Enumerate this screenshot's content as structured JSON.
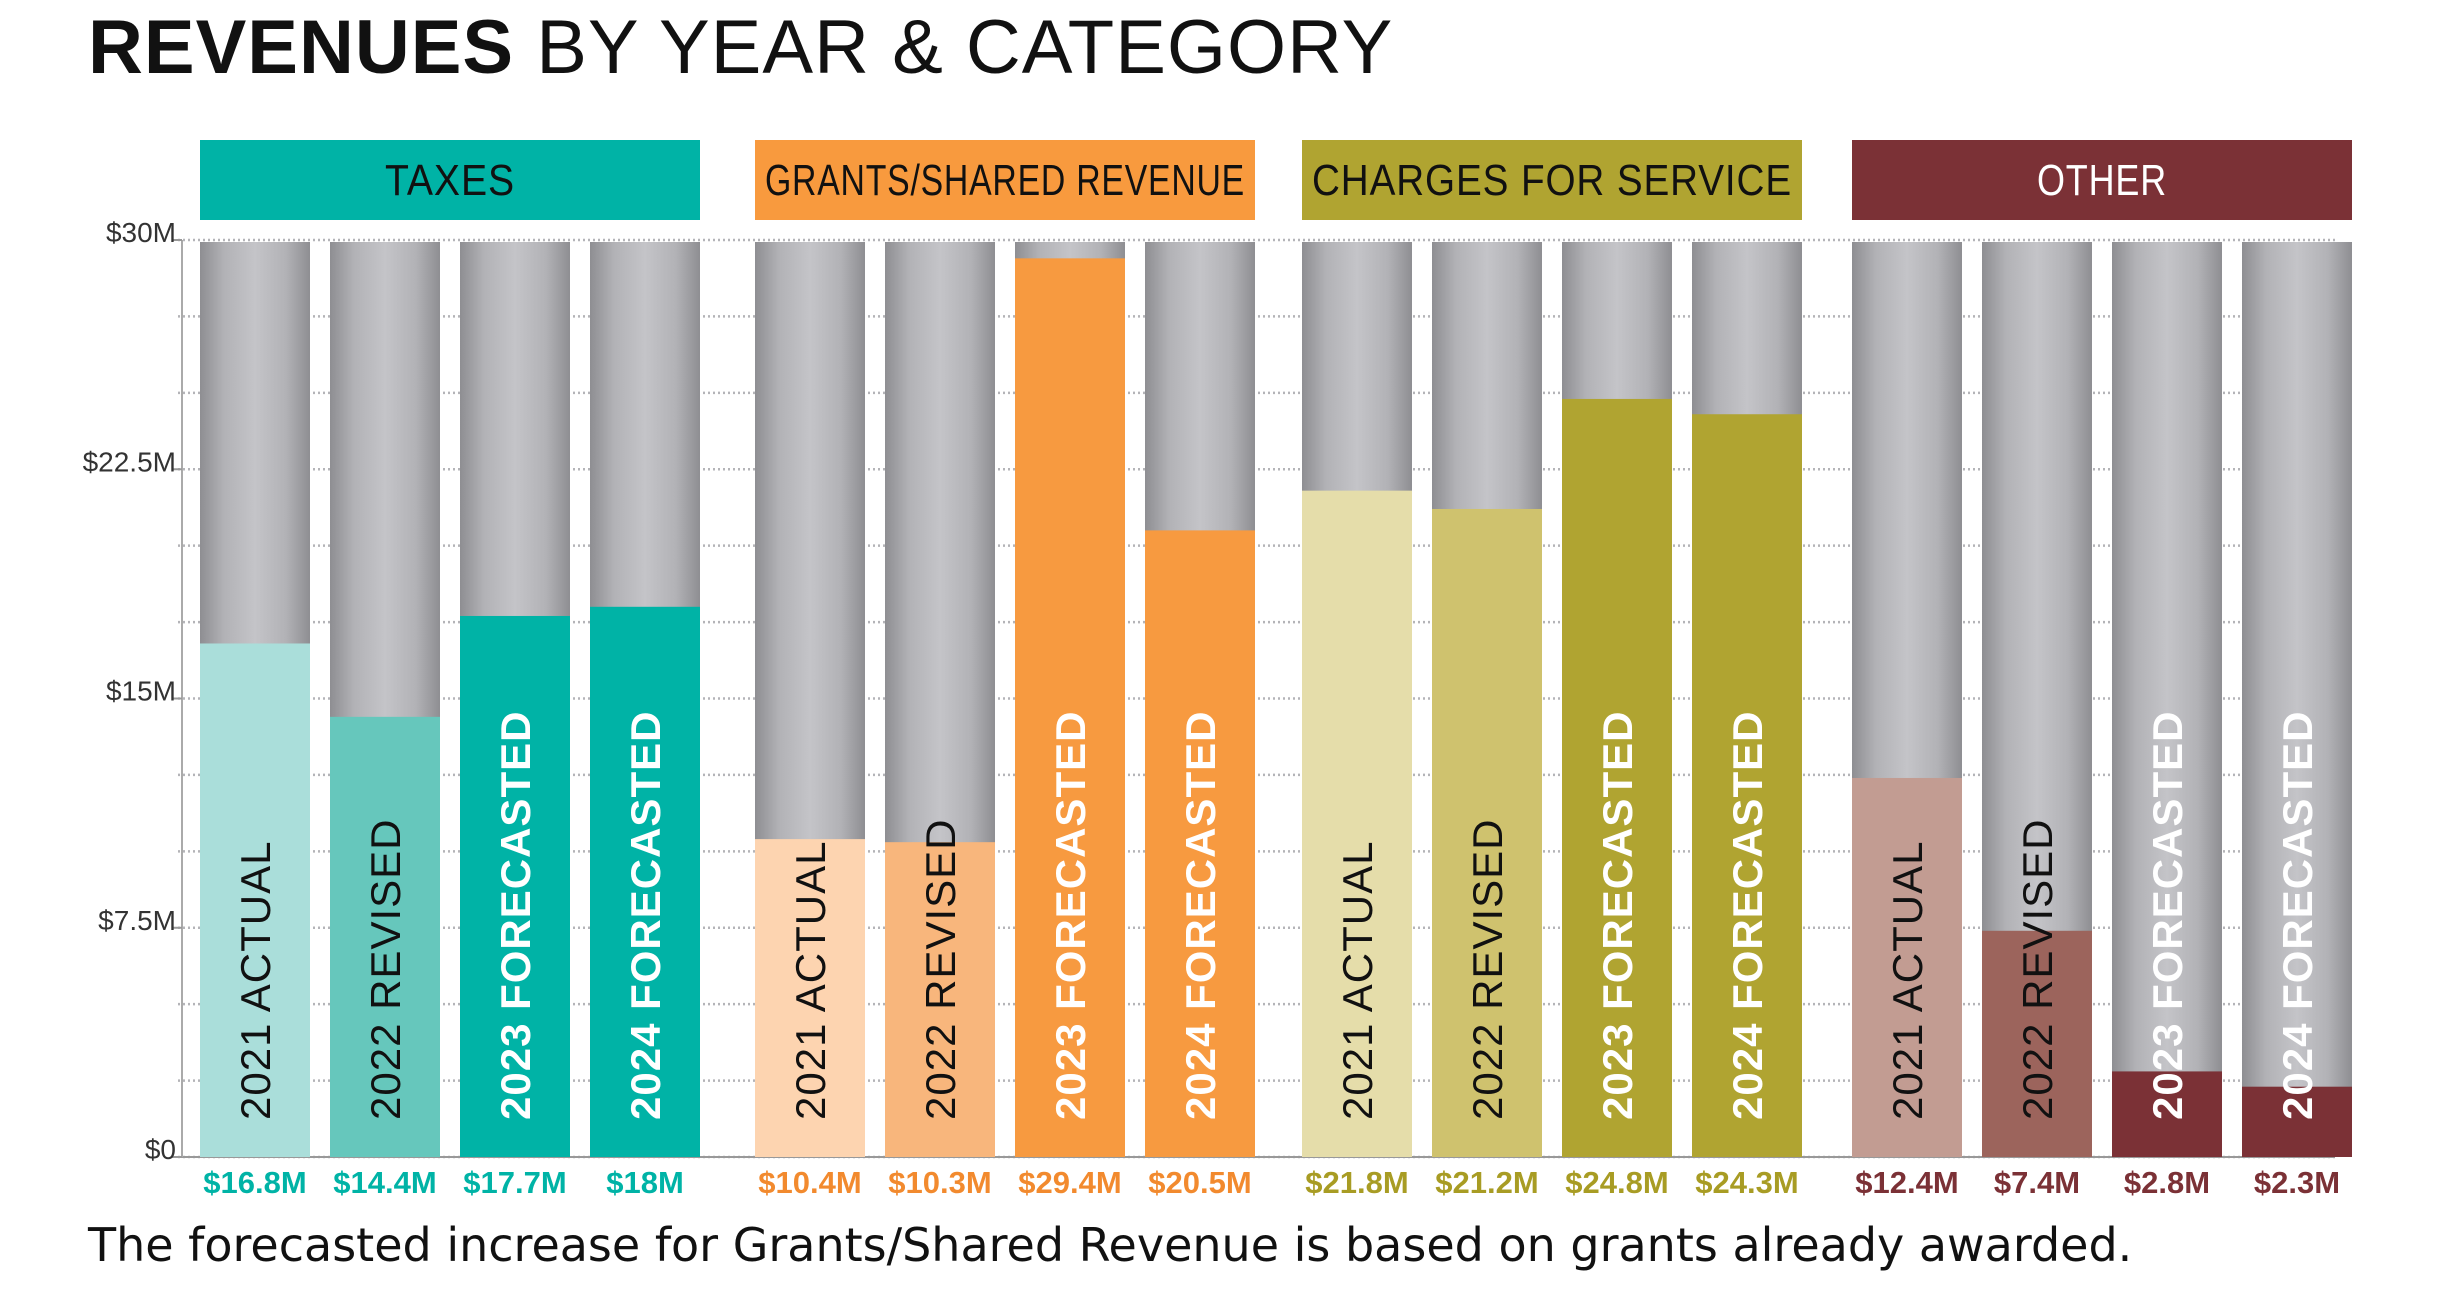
{
  "title": {
    "bold": "REVENUES",
    "rest": " BY YEAR & CATEGORY"
  },
  "footnote": "The forecasted increase for Grants/Shared Revenue is based on grants already awarded.",
  "chart_data": {
    "type": "bar",
    "ylim": [
      0,
      30
    ],
    "y_ticks": [
      {
        "value": 0,
        "label": "$0"
      },
      {
        "value": 7.5,
        "label": "$7.5M"
      },
      {
        "value": 15,
        "label": "$15M"
      },
      {
        "value": 22.5,
        "label": "$22.5M"
      },
      {
        "value": 30,
        "label": "$30M"
      }
    ],
    "grid": true,
    "groups": [
      {
        "name": "TAXES",
        "header_color": "#00b3a6",
        "header_text_color": "#111111",
        "value_color": "#00b3a6",
        "bars": [
          {
            "label": "2021 ACTUAL",
            "value": 16.8,
            "value_label": "$16.8M",
            "color": "#aadeda",
            "text_color": "#111111"
          },
          {
            "label": "2022 REVISED",
            "value": 14.4,
            "value_label": "$14.4M",
            "color": "#66c7bc",
            "text_color": "#111111"
          },
          {
            "label": "2023 FORECASTED",
            "value": 17.7,
            "value_label": "$17.7M",
            "color": "#00b3a6",
            "text_color": "#ffffff"
          },
          {
            "label": "2024 FORECASTED",
            "value": 18,
            "value_label": "$18M",
            "color": "#00b3a6",
            "text_color": "#ffffff"
          }
        ]
      },
      {
        "name": "GRANTS/SHARED REVENUE",
        "header_color": "#f89a3e",
        "header_text_color": "#111111",
        "value_color": "#f28a2e",
        "bars": [
          {
            "label": "2021 ACTUAL",
            "value": 10.4,
            "value_label": "$10.4M",
            "color": "#fdd4b0",
            "text_color": "#111111"
          },
          {
            "label": "2022 REVISED",
            "value": 10.3,
            "value_label": "$10.3M",
            "color": "#f8b67c",
            "text_color": "#111111"
          },
          {
            "label": "2023 FORECASTED",
            "value": 29.4,
            "value_label": "$29.4M",
            "color": "#f79a40",
            "text_color": "#ffffff"
          },
          {
            "label": "2024 FORECASTED",
            "value": 20.5,
            "value_label": "$20.5M",
            "color": "#f79a40",
            "text_color": "#ffffff"
          }
        ]
      },
      {
        "name": "CHARGES FOR SERVICE",
        "header_color": "#b0a431",
        "header_text_color": "#111111",
        "value_color": "#a89c24",
        "bars": [
          {
            "label": "2021 ACTUAL",
            "value": 21.8,
            "value_label": "$21.8M",
            "color": "#e5ddaa",
            "text_color": "#111111"
          },
          {
            "label": "2022 REVISED",
            "value": 21.2,
            "value_label": "$21.2M",
            "color": "#cfc26e",
            "text_color": "#111111"
          },
          {
            "label": "2023 FORECASTED",
            "value": 24.8,
            "value_label": "$24.8M",
            "color": "#b0a431",
            "text_color": "#ffffff"
          },
          {
            "label": "2024 FORECASTED",
            "value": 24.3,
            "value_label": "$24.3M",
            "color": "#b0a431",
            "text_color": "#ffffff"
          }
        ]
      },
      {
        "name": "OTHER",
        "header_color": "#7b3136",
        "header_text_color": "#ffffff",
        "value_color": "#7b3136",
        "bars": [
          {
            "label": "2021 ACTUAL",
            "value": 12.4,
            "value_label": "$12.4M",
            "color": "#c29c92",
            "text_color": "#111111"
          },
          {
            "label": "2022 REVISED",
            "value": 7.4,
            "value_label": "$7.4M",
            "color": "#9c645c",
            "text_color": "#111111"
          },
          {
            "label": "2023 FORECASTED",
            "value": 2.8,
            "value_label": "$2.8M",
            "color": "#7b3136",
            "text_color": "#ffffff"
          },
          {
            "label": "2024 FORECASTED",
            "value": 2.3,
            "value_label": "$2.3M",
            "color": "#7b3136",
            "text_color": "#ffffff"
          }
        ]
      }
    ]
  }
}
